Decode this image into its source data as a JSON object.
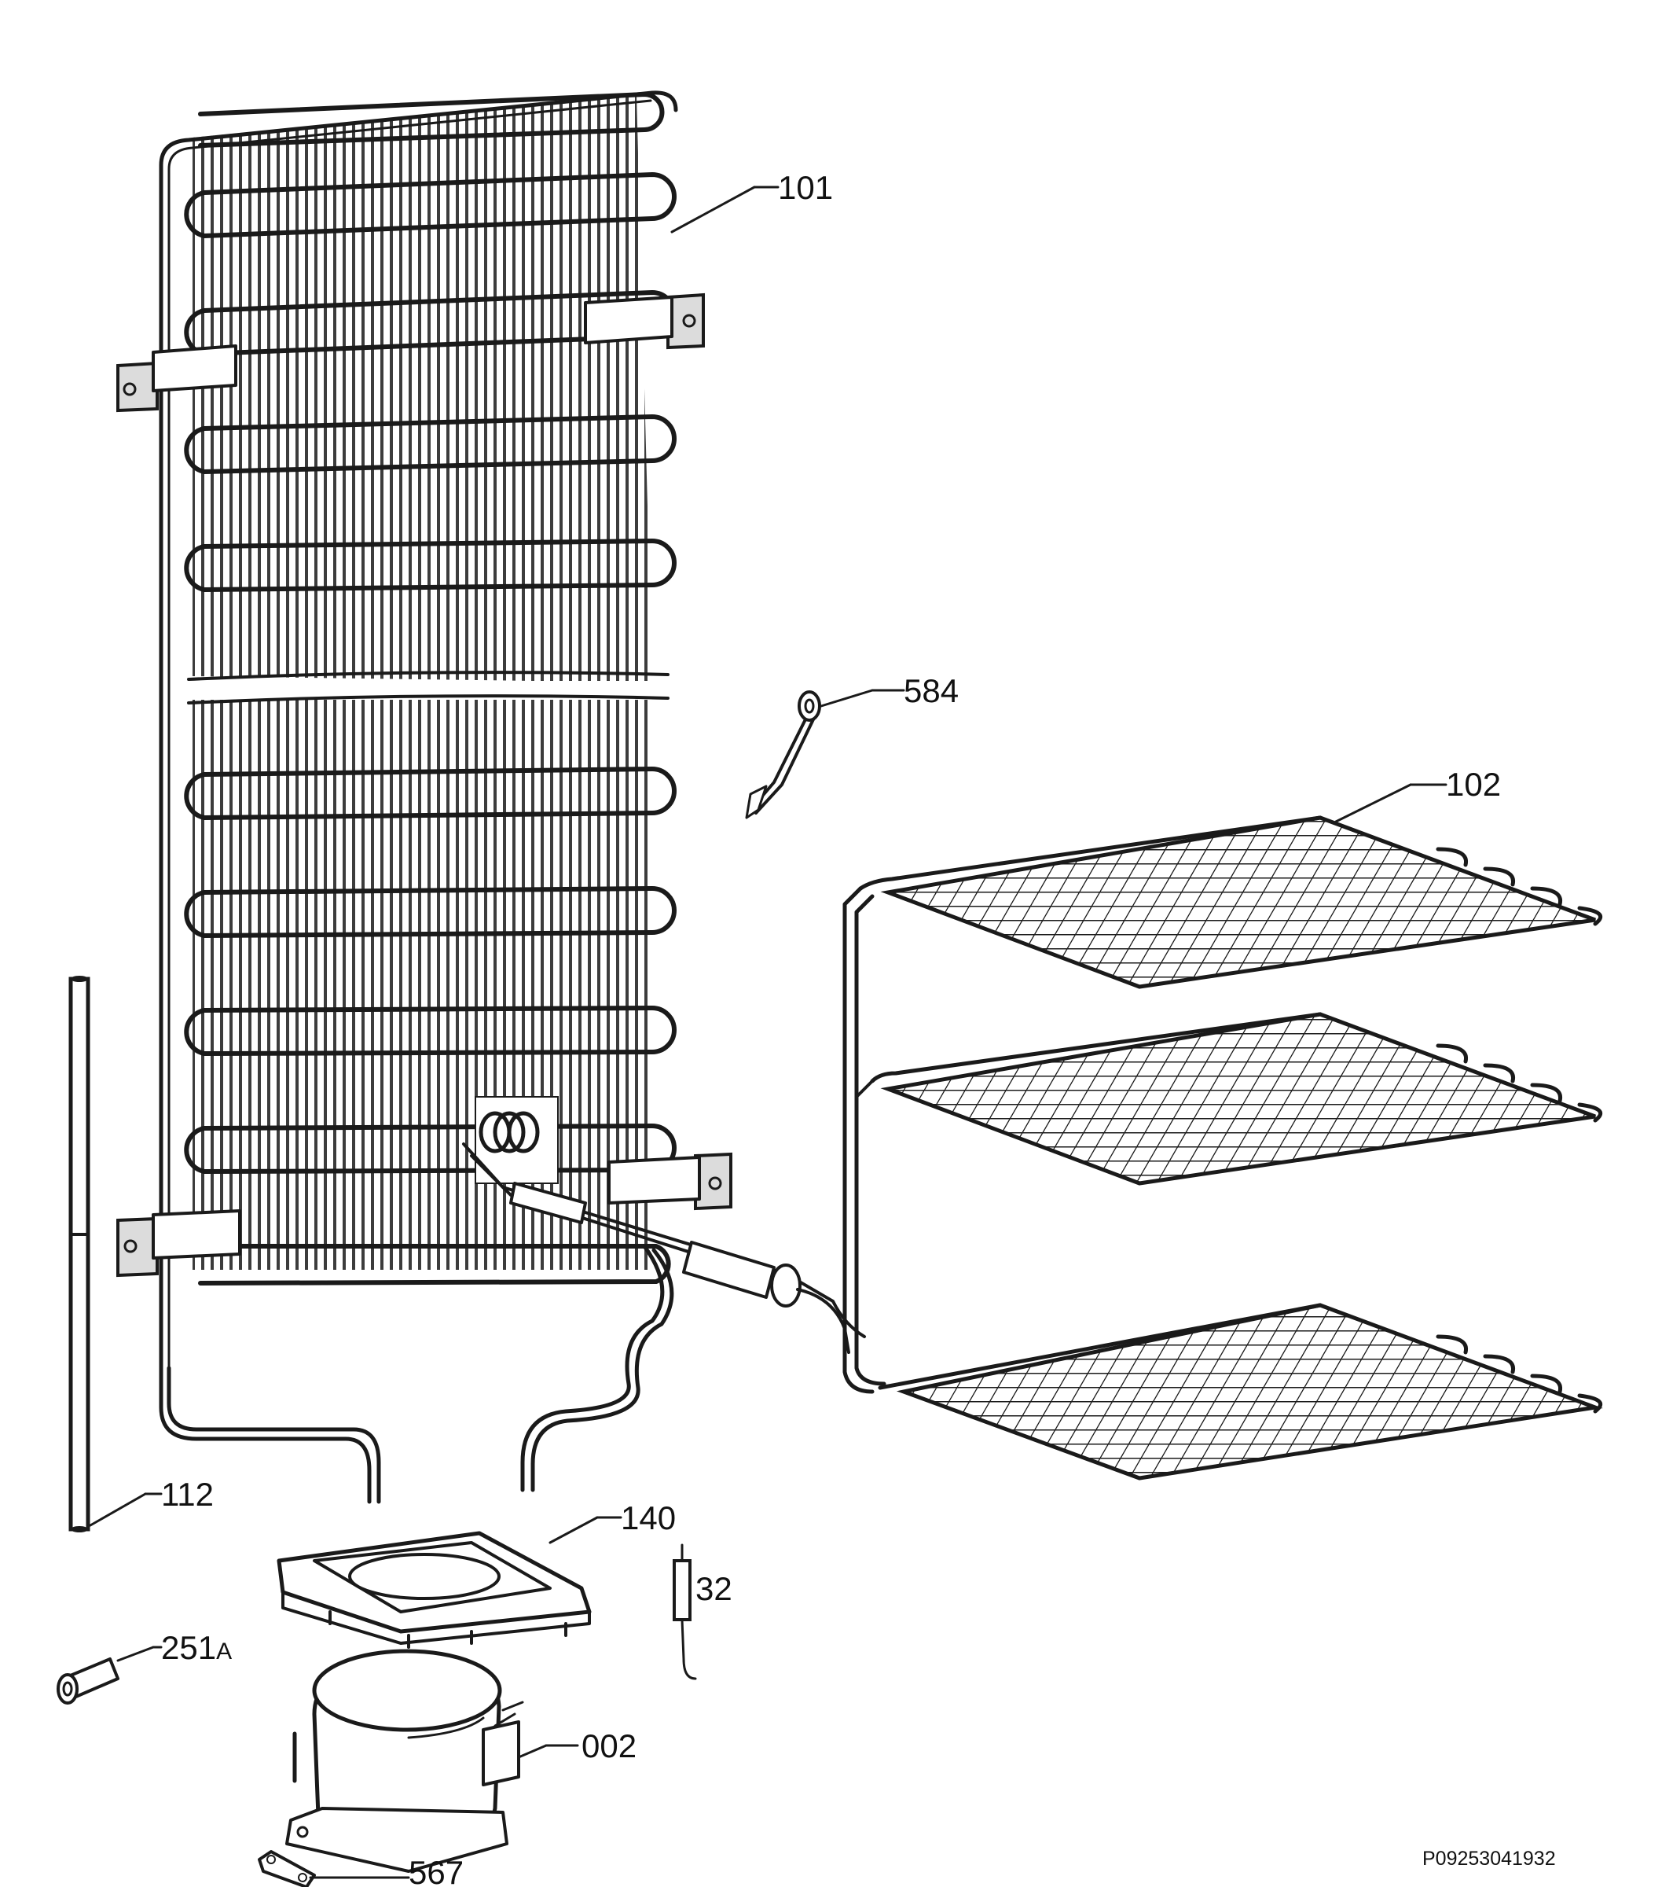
{
  "diagram": {
    "part_labels": {
      "condenser": "101",
      "evaporator": "102",
      "drier_tube": "112",
      "compressor_bracket": "140",
      "bushing": "251",
      "bushing_suffix": "A",
      "fuse": "32",
      "compressor": "002",
      "sensor_clip": "584",
      "clamp": "567"
    },
    "drawing_code": "P09253041932",
    "colors": {
      "ink": "#1a1a1a",
      "background": "#ffffff",
      "shade": "#dcdcdc"
    }
  }
}
